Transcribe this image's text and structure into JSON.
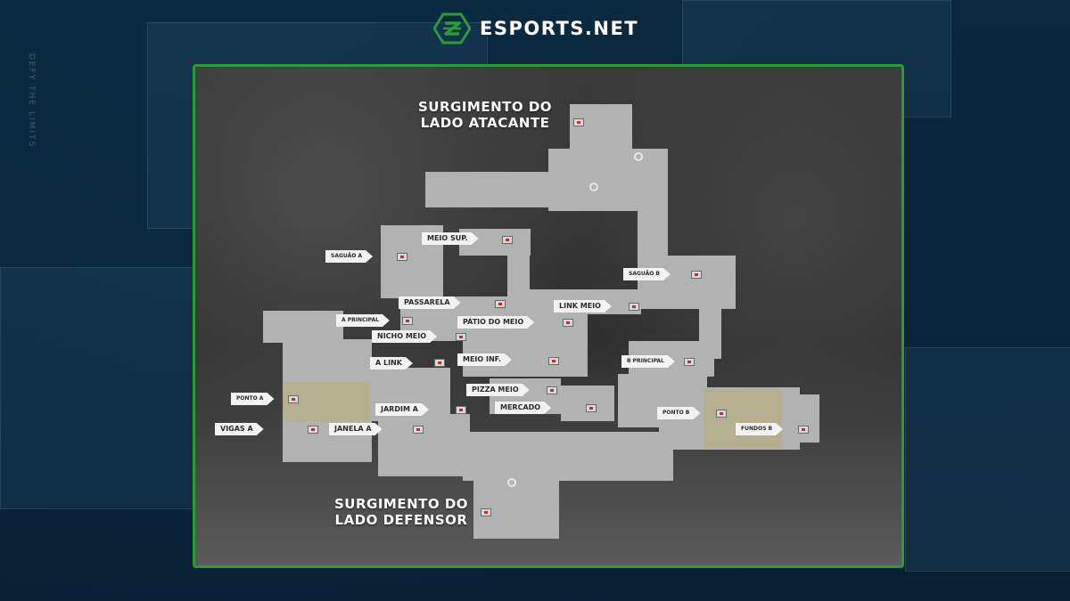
{
  "brand": {
    "name": "ESPORTS.NET",
    "icon": "esports-logo-icon",
    "accent": "#2e9a36"
  },
  "side_tag": "DEFY THE LIMITS",
  "map": {
    "frame_color": "#2e9a36",
    "titles": {
      "attacker_spawn": "SURGIMENTO DO\nLADO ATACANTE",
      "defender_spawn": "SURGIMENTO DO\nLADO DEFENSOR"
    },
    "callouts": {
      "saguao_a": "SAGUÃO A",
      "meio_sup": "MEIO SUP.",
      "saguao_b": "SAGUÃO B",
      "passarela": "PASSARELA",
      "link_meio": "LINK MEIO",
      "a_principal": "A PRINCIPAL",
      "patio_do_meio": "PÁTIO DO MEIO",
      "nicho_meio": "NICHO MEIO",
      "a_link": "A LINK",
      "meio_inf": "MEIO INF.",
      "b_principal": "B PRINCIPAL",
      "ponto_a": "PONTO A",
      "pizza_meio": "PIZZA MEIO",
      "jardim_a": "JARDIM A",
      "mercado": "MERCADO",
      "ponto_b": "PONTO B",
      "vigas_a": "VIGAS A",
      "janela_a": "JANELA A",
      "fundos_b": "FUNDOS B"
    }
  }
}
